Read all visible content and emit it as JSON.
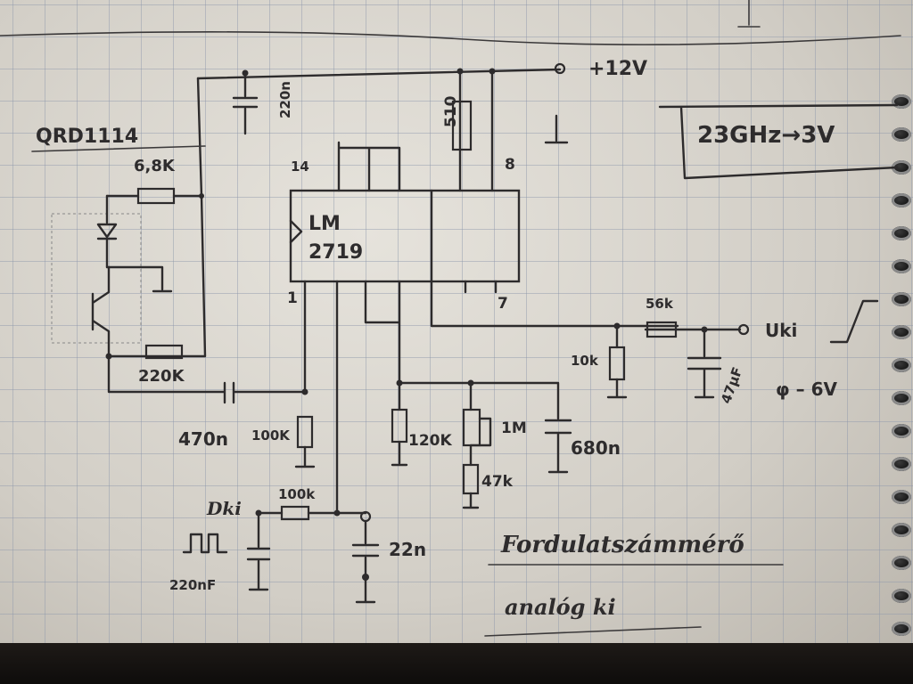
{
  "power": {
    "supply": "+12V"
  },
  "ic": {
    "line1": "LM",
    "line2": "2719",
    "pin14": "14",
    "pin8": "8",
    "pin1": "1",
    "pin7": "7"
  },
  "sensor": {
    "name": "QRD1114"
  },
  "components": {
    "c_220n": "220n",
    "r_6k8": "6,8K",
    "r_510": "510",
    "r_220k": "220K",
    "c_470n": "470n",
    "r_100k_a": "100K",
    "r_100k_b": "100k",
    "r_120k": "120K",
    "pot_1m": "1M",
    "r_47k": "47k",
    "c_680n": "680n",
    "r_10k": "10k",
    "r_56k": "56k",
    "c_47uf": "47μF",
    "c_22n": "22n",
    "c_220nf": "220nF"
  },
  "inputs": {
    "din": "Dki"
  },
  "output": {
    "label": "Uki",
    "range": "φ – 6V"
  },
  "note": {
    "text": "23GHz→3V"
  },
  "title": {
    "line1": "Fordulatszámmérő",
    "line2": "analóg ki"
  }
}
